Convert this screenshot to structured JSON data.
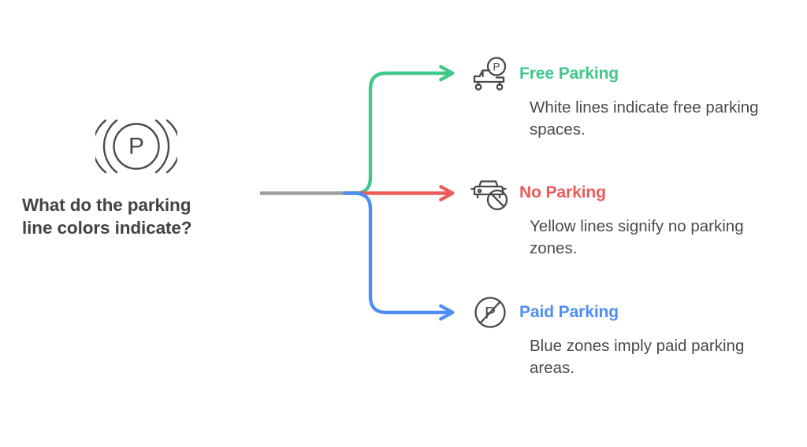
{
  "diagram": {
    "type": "mind-map",
    "background_color": "#ffffff",
    "root": {
      "icon": "parking-sensor-icon",
      "icon_letter": "P",
      "title_line_1": "What do the parking",
      "title_line_2": "line colors indicate?",
      "title": "What do the parking line colors indicate?",
      "title_color": "#434343",
      "trunk_color": "#9E9E9E"
    },
    "branches": [
      {
        "id": "free",
        "label": "Free Parking",
        "description": "White lines indicate free parking spaces.",
        "color": "#3FC88A",
        "icon": "car-with-parking-badge-icon",
        "icon_letter": "P",
        "connector": "curve-up",
        "description_color": "#4a4a4a"
      },
      {
        "id": "no",
        "label": "No Parking",
        "description": "Yellow lines signify no parking zones.",
        "color": "#EC5B58",
        "icon": "car-prohibited-icon",
        "icon_letter": "",
        "connector": "straight",
        "description_color": "#4a4a4a"
      },
      {
        "id": "paid",
        "label": "Paid Parking",
        "description": "Blue zones imply paid parking areas.",
        "color": "#4E8DF5",
        "icon": "parking-slashed-icon",
        "icon_letter": "P",
        "connector": "curve-down",
        "description_color": "#4a4a4a"
      }
    ]
  }
}
